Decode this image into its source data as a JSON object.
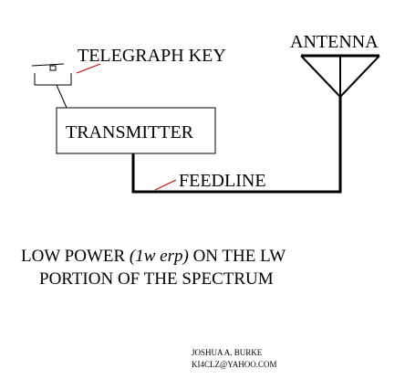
{
  "labels": {
    "telegraph_key": "TELEGRAPH KEY",
    "antenna": "ANTENNA",
    "transmitter": "TRANSMITTER",
    "feedline": "FEEDLINE"
  },
  "caption": {
    "line1_before": "LOW POWER ",
    "line1_italic": "(1w erp)",
    "line1_after": " ON THE LW",
    "line2": "PORTION OF THE SPECTRUM"
  },
  "credit": {
    "name": "JOSHUA A. BURKE",
    "contact": "KI4CLZ@YAHOO.COM"
  },
  "colors": {
    "line": "#000000",
    "pointer": "#cc0000",
    "background": "#ffffff"
  }
}
